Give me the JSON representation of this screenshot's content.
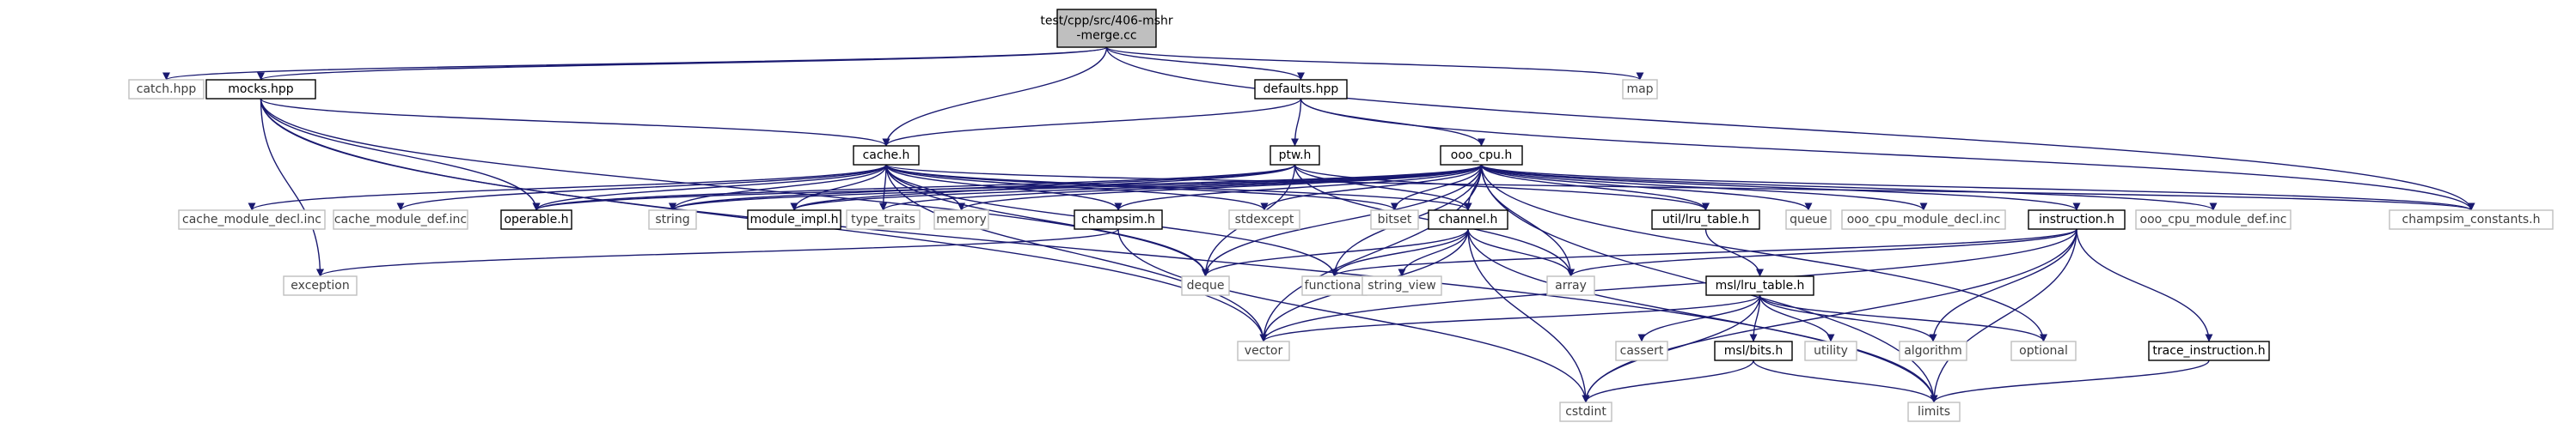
{
  "colors": {
    "edge": "#191970",
    "root_fill": "#bfbfbf",
    "border_dark": "#000000",
    "border_light": "#bfbfbf",
    "text_dark": "#000000",
    "text_light": "#404040"
  },
  "nodes": [
    {
      "id": "root",
      "lines": [
        "test/cpp/src/406-mshr",
        "-merge.cc"
      ],
      "style": "root"
    },
    {
      "id": "catch",
      "lines": [
        "catch.hpp"
      ],
      "style": "light"
    },
    {
      "id": "mocks",
      "lines": [
        "mocks.hpp"
      ],
      "style": "dark"
    },
    {
      "id": "defaults",
      "lines": [
        "defaults.hpp"
      ],
      "style": "dark"
    },
    {
      "id": "map",
      "lines": [
        "map"
      ],
      "style": "light"
    },
    {
      "id": "cache",
      "lines": [
        "cache.h"
      ],
      "style": "dark"
    },
    {
      "id": "ptw",
      "lines": [
        "ptw.h"
      ],
      "style": "dark"
    },
    {
      "id": "ooo",
      "lines": [
        "ooo_cpu.h"
      ],
      "style": "dark"
    },
    {
      "id": "cmdecl",
      "lines": [
        "cache_module_decl.inc"
      ],
      "style": "light"
    },
    {
      "id": "cmdef",
      "lines": [
        "cache_module_def.inc"
      ],
      "style": "light"
    },
    {
      "id": "operable",
      "lines": [
        "operable.h"
      ],
      "style": "dark"
    },
    {
      "id": "string",
      "lines": [
        "string"
      ],
      "style": "light"
    },
    {
      "id": "module_impl",
      "lines": [
        "module_impl.h"
      ],
      "style": "dark"
    },
    {
      "id": "type_traits",
      "lines": [
        "type_traits"
      ],
      "style": "light"
    },
    {
      "id": "memory",
      "lines": [
        "memory"
      ],
      "style": "light"
    },
    {
      "id": "champsim",
      "lines": [
        "champsim.h"
      ],
      "style": "dark"
    },
    {
      "id": "stdexcept",
      "lines": [
        "stdexcept"
      ],
      "style": "light"
    },
    {
      "id": "bitset",
      "lines": [
        "bitset"
      ],
      "style": "light"
    },
    {
      "id": "channel",
      "lines": [
        "channel.h"
      ],
      "style": "dark"
    },
    {
      "id": "lru_table",
      "lines": [
        "util/lru_table.h"
      ],
      "style": "dark"
    },
    {
      "id": "queue",
      "lines": [
        "queue"
      ],
      "style": "light"
    },
    {
      "id": "ocmdecl",
      "lines": [
        "ooo_cpu_module_decl.inc"
      ],
      "style": "light"
    },
    {
      "id": "instruction",
      "lines": [
        "instruction.h"
      ],
      "style": "dark"
    },
    {
      "id": "ocmdef",
      "lines": [
        "ooo_cpu_module_def.inc"
      ],
      "style": "light"
    },
    {
      "id": "constants",
      "lines": [
        "champsim_constants.h"
      ],
      "style": "light"
    },
    {
      "id": "exception",
      "lines": [
        "exception"
      ],
      "style": "light"
    },
    {
      "id": "deque",
      "lines": [
        "deque"
      ],
      "style": "light"
    },
    {
      "id": "functional",
      "lines": [
        "functional"
      ],
      "style": "light"
    },
    {
      "id": "string_view",
      "lines": [
        "string_view"
      ],
      "style": "light"
    },
    {
      "id": "array",
      "lines": [
        "array"
      ],
      "style": "light"
    },
    {
      "id": "msl_lru",
      "lines": [
        "msl/lru_table.h"
      ],
      "style": "dark"
    },
    {
      "id": "vector",
      "lines": [
        "vector"
      ],
      "style": "light"
    },
    {
      "id": "cassert",
      "lines": [
        "cassert"
      ],
      "style": "light"
    },
    {
      "id": "utility",
      "lines": [
        "utility"
      ],
      "style": "light"
    },
    {
      "id": "algorithm",
      "lines": [
        "algorithm"
      ],
      "style": "light"
    },
    {
      "id": "optional",
      "lines": [
        "optional"
      ],
      "style": "light"
    },
    {
      "id": "trace",
      "lines": [
        "trace_instruction.h"
      ],
      "style": "dark"
    },
    {
      "id": "msl_bits",
      "lines": [
        "msl/bits.h"
      ],
      "style": "dark"
    },
    {
      "id": "cstdint",
      "lines": [
        "cstdint"
      ],
      "style": "light"
    },
    {
      "id": "limits",
      "lines": [
        "limits"
      ],
      "style": "light"
    }
  ]
}
